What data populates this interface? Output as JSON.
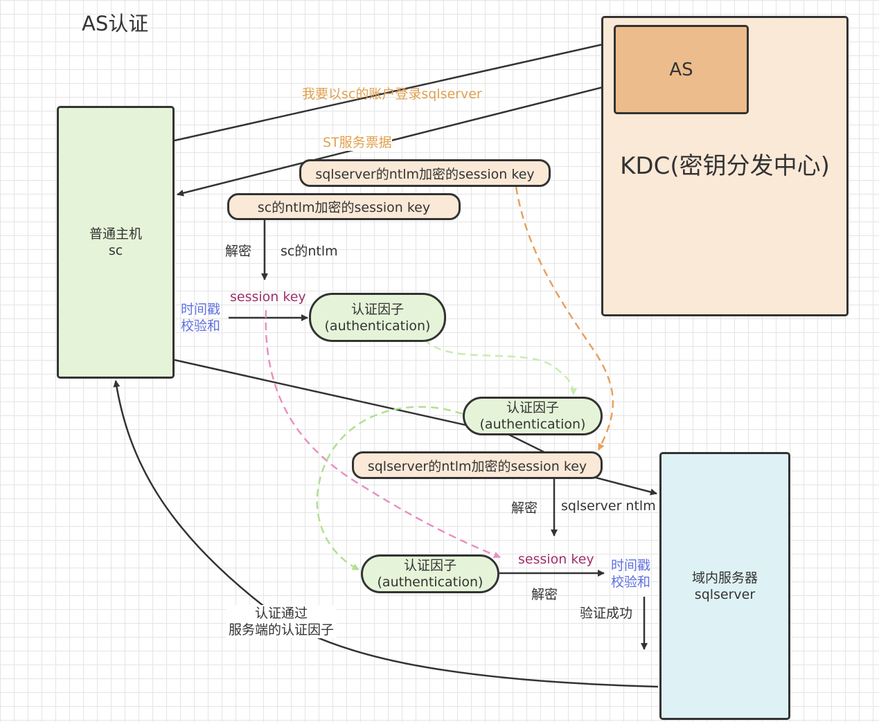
{
  "title": "AS认证",
  "kdc": {
    "label": "KDC(密钥分发中心)",
    "as_label": "AS"
  },
  "client": {
    "line1": "普通主机",
    "line2": "sc"
  },
  "server": {
    "line1": "域内服务器",
    "line2": "sqlserver"
  },
  "messages": {
    "login": "我要以sc的账户登录sqlserver",
    "st": "ST服务票据",
    "sql_session_key_top": "sqlserver的ntlm加密的session key",
    "sc_session_key": "sc的ntlm加密的session key",
    "sql_session_key_bottom": "sqlserver的ntlm加密的session key"
  },
  "labels": {
    "decrypt_1": "解密",
    "sc_ntlm": "sc的ntlm",
    "session_key_1": "session key",
    "timestamp_1a": "时间戳",
    "timestamp_1b": "校验和",
    "decrypt_2": "解密",
    "sqlserver_ntlm": "sqlserver ntlm",
    "session_key_2": "session key",
    "timestamp_2a": "时间戳",
    "timestamp_2b": "校验和",
    "decrypt_3": "解密",
    "verify_ok": "验证成功",
    "auth_pass_1": "认证通过",
    "auth_pass_2": "服务端的认证因子"
  },
  "auth_factor": {
    "line1": "认证因子",
    "line2": "(authentication)"
  },
  "colors": {
    "orange_text": "#e0a050",
    "purple_text": "#a0306a",
    "blue_text": "#6070e0",
    "client_fill": "#e5f4d8",
    "server_fill": "#def2f5",
    "kdc_fill": "#fbe9d7",
    "as_fill": "#edbc8c"
  }
}
